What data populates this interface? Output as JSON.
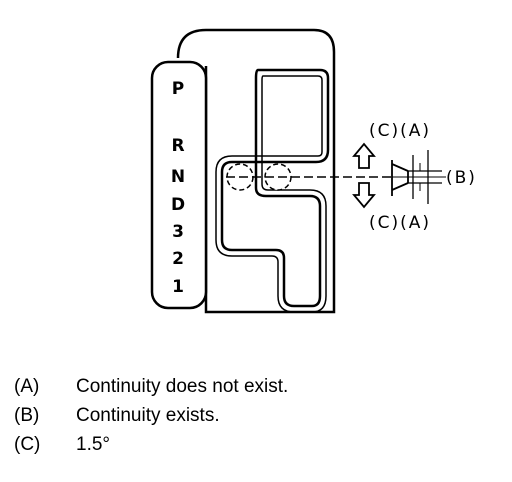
{
  "diagram": {
    "gear_positions": [
      "P",
      "R",
      "N",
      "D",
      "3",
      "2",
      "1"
    ],
    "callouts": {
      "top": "(C)(A)",
      "side": "(B)",
      "bottom": "(C)(A)"
    }
  },
  "legend": [
    {
      "key": "(A)",
      "text": "Continuity does not exist."
    },
    {
      "key": "(B)",
      "text": "Continuity exists."
    },
    {
      "key": "(C)",
      "text": "1.5°"
    }
  ]
}
